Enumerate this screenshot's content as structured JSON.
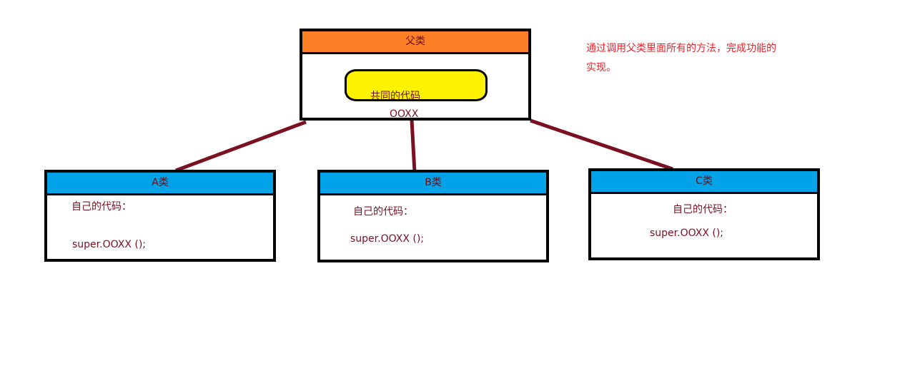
{
  "parent": {
    "title": "父类",
    "common_code": "共同的代码",
    "method": "OOXX"
  },
  "children": [
    {
      "title": "A类",
      "own_code": "自己的代码：",
      "call": "super.OOXX ();"
    },
    {
      "title": "B类",
      "own_code": "自己的代码：",
      "call": "super.OOXX ();"
    },
    {
      "title": "C类",
      "own_code": "自己的代码：",
      "call": "super.OOXX ();"
    }
  ],
  "note": "通过调用父类里面所有的方法，完成功能的实现。",
  "colors": {
    "parent_header": "#ff7f27",
    "child_header": "#00a2e8",
    "common_code_fill": "#fff200",
    "connector": "#7b1020",
    "note_text": "#e8232c",
    "label_text": "#7b1020"
  }
}
